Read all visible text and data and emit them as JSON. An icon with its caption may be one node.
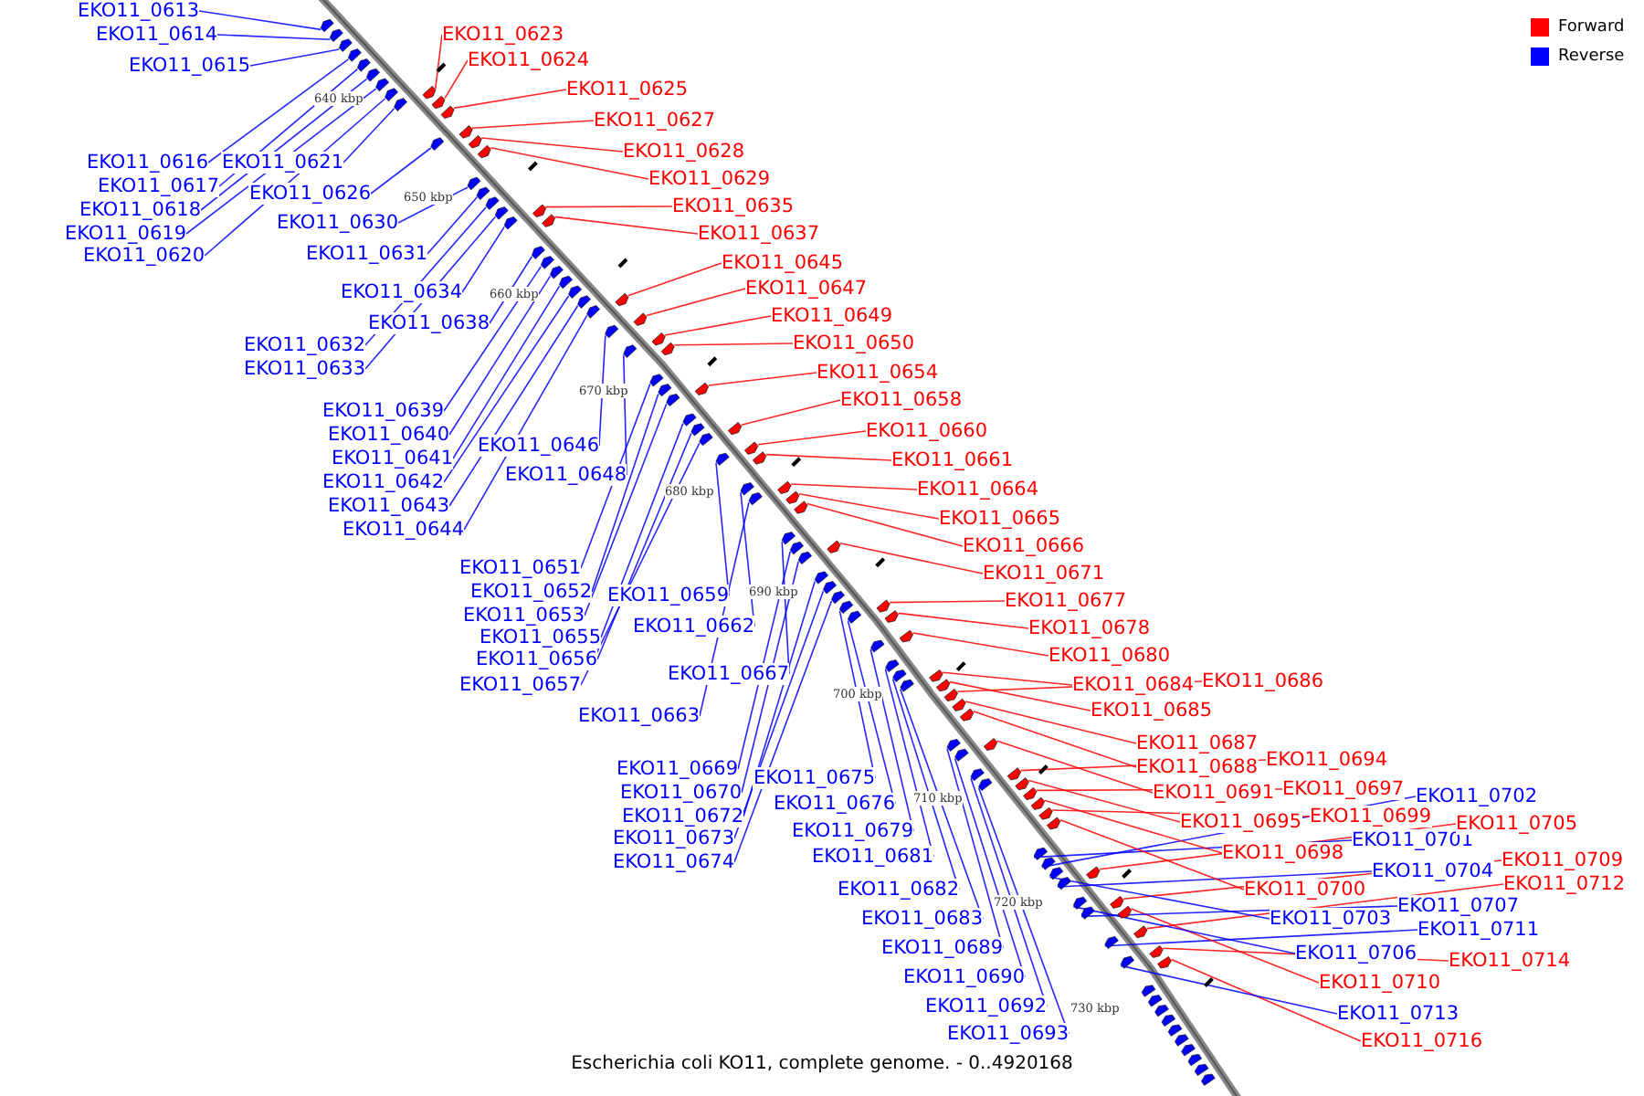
{
  "diagram": {
    "caption": "Escherichia coli KO11, complete genome. - 0..4920168",
    "nodes": [
      {
        "text": [
          "EKO11_0613"
        ]
      },
      {
        "text": [
          "EKO11_0614"
        ]
      },
      {
        "text": [
          "EKO11_0615"
        ]
      },
      {
        "text": [
          "EKO11_0616"
        ]
      },
      {
        "text": [
          "EKO11_0617"
        ]
      },
      {
        "text": [
          "EKO11_0618"
        ]
      },
      {
        "text": [
          "EKO11_0619"
        ]
      },
      {
        "text": [
          "EKO11_0620"
        ]
      },
      {
        "text": [
          "EKO11_0621"
        ]
      },
      {
        "text": [
          "EKO11_0623"
        ]
      },
      {
        "text": [
          "EKO11_0624"
        ]
      },
      {
        "text": [
          "EKO11_0625"
        ]
      },
      {
        "text": [
          "EKO11_0626"
        ]
      },
      {
        "text": [
          "EKO11_0627"
        ]
      },
      {
        "text": [
          "EKO11_0628"
        ]
      },
      {
        "text": [
          "EKO11_0629"
        ]
      },
      {
        "text": [
          "EKO11_0630"
        ]
      },
      {
        "text": [
          "EKO11_0631"
        ]
      },
      {
        "text": [
          "EKO11_0632"
        ]
      },
      {
        "text": [
          "EKO11_0633"
        ]
      },
      {
        "text": [
          "EKO11_0634"
        ]
      },
      {
        "text": [
          "EKO11_0635"
        ]
      },
      {
        "text": [
          "EKO11_0637"
        ]
      },
      {
        "text": [
          "EKO11_0638"
        ]
      },
      {
        "text": [
          "EKO11_0639"
        ]
      },
      {
        "text": [
          "EKO11_0640"
        ]
      },
      {
        "text": [
          "EKO11_0641"
        ]
      },
      {
        "text": [
          "EKO11_0642"
        ]
      },
      {
        "text": [
          "EKO11_0643"
        ]
      },
      {
        "text": [
          "EKO11_0644"
        ]
      },
      {
        "text": [
          "EKO11_0645"
        ]
      },
      {
        "text": [
          "EKO11_0646"
        ]
      },
      {
        "text": [
          "EKO11_0647"
        ]
      },
      {
        "text": [
          "EKO11_0648"
        ]
      },
      {
        "text": [
          "EKO11_0649"
        ]
      },
      {
        "text": [
          "EKO11_0650"
        ]
      },
      {
        "text": [
          "EKO11_0651"
        ]
      },
      {
        "text": [
          "EKO11_0652"
        ]
      },
      {
        "text": [
          "EKO11_0653"
        ]
      },
      {
        "text": [
          "EKO11_0654"
        ]
      },
      {
        "text": [
          "EKO11_0655"
        ]
      },
      {
        "text": [
          "EKO11_0656"
        ]
      },
      {
        "text": [
          "EKO11_0657"
        ]
      },
      {
        "text": [
          "EKO11_0658"
        ]
      },
      {
        "text": [
          "EKO11_0659"
        ]
      },
      {
        "text": [
          "EKO11_0660"
        ]
      },
      {
        "text": [
          "EKO11_0661"
        ]
      },
      {
        "text": [
          "EKO11_0662"
        ]
      },
      {
        "text": [
          "EKO11_0663"
        ]
      },
      {
        "text": [
          "EKO11_0664"
        ]
      },
      {
        "text": [
          "EKO11_0665"
        ]
      },
      {
        "text": [
          "EKO11_0666"
        ]
      },
      {
        "text": [
          "EKO11_0667"
        ]
      },
      {
        "text": [
          "EKO11_0669"
        ]
      },
      {
        "text": [
          "EKO11_0670"
        ]
      },
      {
        "text": [
          "EKO11_0671"
        ]
      },
      {
        "text": [
          "EKO11_0672"
        ]
      },
      {
        "text": [
          "EKO11_0673"
        ]
      },
      {
        "text": [
          "EKO11_0674"
        ]
      },
      {
        "text": [
          "EKO11_0675"
        ]
      },
      {
        "text": [
          "EKO11_0676"
        ]
      },
      {
        "text": [
          "EKO11_0677"
        ]
      },
      {
        "text": [
          "EKO11_0678"
        ]
      },
      {
        "text": [
          "EKO11_0679"
        ]
      },
      {
        "text": [
          "EKO11_0680"
        ]
      },
      {
        "text": [
          "EKO11_0681"
        ]
      },
      {
        "text": [
          "EKO11_0682"
        ]
      },
      {
        "text": [
          "EKO11_0683"
        ]
      },
      {
        "text": [
          "EKO11_0684"
        ]
      },
      {
        "text": [
          "EKO11_0685"
        ]
      },
      {
        "text": [
          "EKO11_0686"
        ]
      },
      {
        "text": [
          "EKO11_0687"
        ]
      },
      {
        "text": [
          "EKO11_0688"
        ]
      },
      {
        "text": [
          "EKO11_0689"
        ]
      },
      {
        "text": [
          "EKO11_0690"
        ]
      },
      {
        "text": [
          "EKO11_0691"
        ]
      },
      {
        "text": [
          "EKO11_0692"
        ]
      },
      {
        "text": [
          "EKO11_0693"
        ]
      },
      {
        "text": [
          "EKO11_0694"
        ]
      },
      {
        "text": [
          "EKO11_0695"
        ]
      },
      {
        "text": [
          "EKO11_0697"
        ]
      },
      {
        "text": [
          "EKO11_0698"
        ]
      },
      {
        "text": [
          "EKO11_0699"
        ]
      },
      {
        "text": [
          "EKO11_0700"
        ]
      },
      {
        "text": [
          "EKO11_0701"
        ]
      },
      {
        "text": [
          "EKO11_0702"
        ]
      },
      {
        "text": [
          "EKO11_0703"
        ]
      },
      {
        "text": [
          "EKO11_0704"
        ]
      },
      {
        "text": [
          "EKO11_0705"
        ]
      },
      {
        "text": [
          "EKO11_0706"
        ]
      },
      {
        "text": [
          "EKO11_0707"
        ]
      },
      {
        "text": [
          "EKO11_0709"
        ]
      },
      {
        "text": [
          "EKO11_0710"
        ]
      },
      {
        "text": [
          "EKO11_0711"
        ]
      },
      {
        "text": [
          "EKO11_0712"
        ]
      },
      {
        "text": [
          "EKO11_0713"
        ]
      },
      {
        "text": [
          "EKO11_0714"
        ]
      },
      {
        "text": [
          "EKO11_0716"
        ]
      },
      {
        "text": [],
        "shape": "arrow"
      },
      {
        "text": [],
        "shape": "arrow"
      },
      {
        "text": [],
        "shape": "arrow"
      },
      {
        "text": [],
        "shape": "arrow"
      },
      {
        "text": [],
        "shape": "arrow"
      },
      {
        "text": [],
        "shape": "arrow"
      },
      {
        "text": [],
        "shape": "arrow"
      },
      {
        "text": [],
        "shape": "arrow"
      },
      {
        "text": [],
        "shape": "arrow"
      },
      {
        "text": [],
        "shape": "arrow"
      },
      {
        "text": [],
        "shape": "arrow"
      },
      {
        "text": [],
        "shape": "arrow"
      },
      {
        "text": [],
        "shape": "arrow"
      },
      {
        "text": [],
        "shape": "arrow"
      },
      {
        "text": [],
        "shape": "arrow"
      },
      {
        "text": [],
        "shape": "arrow"
      },
      {
        "text": [],
        "shape": "arrow"
      },
      {
        "text": [],
        "shape": "arrow"
      },
      {
        "text": [],
        "shape": "arrow"
      },
      {
        "text": [],
        "shape": "arrow"
      },
      {
        "text": [],
        "shape": "arrow"
      },
      {
        "text": [],
        "shape": "arrow"
      },
      {
        "text": [],
        "shape": "arrow"
      },
      {
        "text": [],
        "shape": "arrow"
      },
      {
        "text": [],
        "shape": "arrow"
      },
      {
        "text": [],
        "shape": "arrow"
      },
      {
        "text": [],
        "shape": "arrow"
      },
      {
        "text": [],
        "shape": "arrow"
      },
      {
        "text": [],
        "shape": "arrow"
      },
      {
        "text": [],
        "shape": "arrow"
      },
      {
        "text": [],
        "shape": "arrow"
      },
      {
        "text": [],
        "shape": "arrow"
      },
      {
        "text": [],
        "shape": "arrow"
      },
      {
        "text": [],
        "shape": "arrow"
      },
      {
        "text": [],
        "shape": "arrow"
      },
      {
        "text": [],
        "shape": "arrow"
      },
      {
        "text": [],
        "shape": "arrow"
      },
      {
        "text": [],
        "shape": "arrow"
      },
      {
        "text": [],
        "shape": "arrow"
      },
      {
        "text": [],
        "shape": "arrow"
      },
      {
        "text": [],
        "shape": "arrow"
      },
      {
        "text": [],
        "shape": "arrow"
      },
      {
        "text": [],
        "shape": "arrow"
      },
      {
        "text": [],
        "shape": "arrow"
      },
      {
        "text": [],
        "shape": "arrow"
      },
      {
        "text": [],
        "shape": "arrow"
      },
      {
        "text": [],
        "shape": "arrow"
      },
      {
        "text": [],
        "shape": "arrow"
      },
      {
        "text": [],
        "shape": "arrow"
      },
      {
        "text": [],
        "shape": "arrow"
      },
      {
        "text": [],
        "shape": "arrow"
      },
      {
        "text": [],
        "shape": "arrow"
      },
      {
        "text": [],
        "shape": "arrow"
      },
      {
        "text": [],
        "shape": "arrow"
      },
      {
        "text": [],
        "shape": "arrow"
      },
      {
        "text": [],
        "shape": "arrow"
      },
      {
        "text": [],
        "shape": "arrow"
      },
      {
        "text": [],
        "shape": "arrow"
      },
      {
        "text": [],
        "shape": "arrow"
      },
      {
        "text": [],
        "shape": "arrow"
      },
      {
        "text": [],
        "shape": "arrow"
      },
      {
        "text": [],
        "shape": "arrow"
      },
      {
        "text": [],
        "shape": "arrow"
      },
      {
        "text": [],
        "shape": "arrow"
      },
      {
        "text": [],
        "shape": "arrow"
      },
      {
        "text": [],
        "shape": "arrow"
      },
      {
        "text": [],
        "shape": "arrow"
      },
      {
        "text": [],
        "shape": "arrow"
      },
      {
        "text": [],
        "shape": "arrow"
      },
      {
        "text": [],
        "shape": "arrow"
      },
      {
        "text": [],
        "shape": "arrow"
      },
      {
        "text": [],
        "shape": "arrow"
      },
      {
        "text": [],
        "shape": "arrow"
      },
      {
        "text": [],
        "shape": "arrow"
      },
      {
        "text": [],
        "shape": "arrow"
      },
      {
        "text": [],
        "shape": "arrow"
      },
      {
        "text": [],
        "shape": "arrow"
      },
      {
        "text": [],
        "shape": "arrow"
      },
      {
        "text": [],
        "shape": "arrow"
      },
      {
        "text": [],
        "shape": "arrow"
      },
      {
        "text": [],
        "shape": "arrow"
      },
      {
        "text": [],
        "shape": "arrow"
      },
      {
        "text": [],
        "shape": "arrow"
      },
      {
        "text": [],
        "shape": "arrow"
      },
      {
        "text": [],
        "shape": "arrow"
      },
      {
        "text": [],
        "shape": "arrow"
      },
      {
        "text": [],
        "shape": "arrow"
      },
      {
        "text": [],
        "shape": "arrow"
      },
      {
        "text": [],
        "shape": "arrow"
      },
      {
        "text": [],
        "shape": "arrow"
      },
      {
        "text": [],
        "shape": "arrow"
      },
      {
        "text": [],
        "shape": "arrow"
      },
      {
        "text": [],
        "shape": "arrow"
      },
      {
        "text": [],
        "shape": "arrow"
      },
      {
        "text": [],
        "shape": "arrow"
      },
      {
        "text": [],
        "shape": "arrow"
      },
      {
        "text": [],
        "shape": "arrow"
      },
      {
        "text": [],
        "shape": "arrow"
      },
      {
        "text": [],
        "shape": "arrow"
      },
      {
        "text": [],
        "shape": "arrow"
      },
      {
        "text": [],
        "shape": "arrow"
      },
      {
        "text": [],
        "shape": "arrow"
      },
      {
        "text": [],
        "shape": "arrow"
      },
      {
        "text": [],
        "shape": "arrow"
      },
      {
        "text": [],
        "shape": "arrow"
      },
      {
        "text": [],
        "shape": "arrow"
      },
      {
        "text": [],
        "shape": "arrow"
      },
      {
        "text": [],
        "shape": "arrow"
      }
    ],
    "edges": [
      {
        "from": 0,
        "to": 98,
        "arrow": "none"
      },
      {
        "from": 1,
        "to": 99,
        "arrow": "none"
      },
      {
        "from": 2,
        "to": 100,
        "arrow": "none"
      },
      {
        "from": 3,
        "to": 101,
        "arrow": "none"
      },
      {
        "from": 4,
        "to": 102,
        "arrow": "none"
      },
      {
        "from": 5,
        "to": 103,
        "arrow": "none"
      },
      {
        "from": 6,
        "to": 104,
        "arrow": "none"
      },
      {
        "from": 7,
        "to": 105,
        "arrow": "none"
      },
      {
        "from": 8,
        "to": 106,
        "arrow": "none"
      },
      {
        "from": 9,
        "to": 107,
        "arrow": "none",
        "color": "#ff0000"
      },
      {
        "from": 10,
        "to": 108,
        "arrow": "none",
        "color": "#ff0000"
      },
      {
        "from": 11,
        "to": 109,
        "arrow": "none",
        "color": "#ff0000"
      },
      {
        "from": 12,
        "to": 110,
        "arrow": "none"
      },
      {
        "from": 13,
        "to": 111,
        "arrow": "none",
        "color": "#ff0000"
      },
      {
        "from": 14,
        "to": 112,
        "arrow": "none",
        "color": "#ff0000"
      },
      {
        "from": 15,
        "to": 113,
        "arrow": "none",
        "color": "#ff0000"
      },
      {
        "from": 16,
        "to": 114,
        "arrow": "none"
      },
      {
        "from": 17,
        "to": 115,
        "arrow": "none"
      },
      {
        "from": 18,
        "to": 116,
        "arrow": "none"
      },
      {
        "from": 19,
        "to": 117,
        "arrow": "none"
      },
      {
        "from": 20,
        "to": 118,
        "arrow": "none"
      },
      {
        "from": 21,
        "to": 119,
        "arrow": "none",
        "color": "#ff0000"
      },
      {
        "from": 22,
        "to": 120,
        "arrow": "none",
        "color": "#ff0000"
      },
      {
        "from": 23,
        "to": 121,
        "arrow": "none"
      },
      {
        "from": 24,
        "to": 122,
        "arrow": "none"
      },
      {
        "from": 25,
        "to": 123,
        "arrow": "none"
      },
      {
        "from": 26,
        "to": 124,
        "arrow": "none"
      },
      {
        "from": 27,
        "to": 125,
        "arrow": "none"
      },
      {
        "from": 28,
        "to": 126,
        "arrow": "none"
      },
      {
        "from": 29,
        "to": 127,
        "arrow": "none"
      },
      {
        "from": 30,
        "to": 128,
        "arrow": "none",
        "color": "#ff0000"
      },
      {
        "from": 31,
        "to": 129,
        "arrow": "none"
      },
      {
        "from": 32,
        "to": 130,
        "arrow": "none",
        "color": "#ff0000"
      },
      {
        "from": 33,
        "to": 131,
        "arrow": "none"
      },
      {
        "from": 34,
        "to": 132,
        "arrow": "none",
        "color": "#ff0000"
      },
      {
        "from": 35,
        "to": 133,
        "arrow": "none",
        "color": "#ff0000"
      },
      {
        "from": 36,
        "to": 134,
        "arrow": "none"
      },
      {
        "from": 37,
        "to": 135,
        "arrow": "none"
      },
      {
        "from": 38,
        "to": 136,
        "arrow": "none"
      },
      {
        "from": 39,
        "to": 137,
        "arrow": "none",
        "color": "#ff0000"
      },
      {
        "from": 40,
        "to": 138,
        "arrow": "none"
      },
      {
        "from": 41,
        "to": 139,
        "arrow": "none"
      },
      {
        "from": 42,
        "to": 140,
        "arrow": "none"
      },
      {
        "from": 43,
        "to": 141,
        "arrow": "none",
        "color": "#ff0000"
      },
      {
        "from": 44,
        "to": 142,
        "arrow": "none"
      },
      {
        "from": 45,
        "to": 143,
        "arrow": "none",
        "color": "#ff0000"
      },
      {
        "from": 46,
        "to": 144,
        "arrow": "none",
        "color": "#ff0000"
      },
      {
        "from": 47,
        "to": 145,
        "arrow": "none"
      },
      {
        "from": 48,
        "to": 146,
        "arrow": "none"
      },
      {
        "from": 49,
        "to": 147,
        "arrow": "none",
        "color": "#ff0000"
      },
      {
        "from": 50,
        "to": 148,
        "arrow": "none",
        "color": "#ff0000"
      },
      {
        "from": 51,
        "to": 149,
        "arrow": "none",
        "color": "#ff0000"
      },
      {
        "from": 52,
        "to": 150,
        "arrow": "none"
      },
      {
        "from": 53,
        "to": 151,
        "arrow": "none"
      },
      {
        "from": 54,
        "to": 152,
        "arrow": "none"
      },
      {
        "from": 55,
        "to": 153,
        "arrow": "none",
        "color": "#ff0000"
      },
      {
        "from": 56,
        "to": 154,
        "arrow": "none"
      },
      {
        "from": 57,
        "to": 155,
        "arrow": "none"
      },
      {
        "from": 58,
        "to": 156,
        "arrow": "none"
      },
      {
        "from": 59,
        "to": 157,
        "arrow": "none"
      },
      {
        "from": 60,
        "to": 158,
        "arrow": "none"
      },
      {
        "from": 61,
        "to": 159,
        "arrow": "none",
        "color": "#ff0000"
      },
      {
        "from": 62,
        "to": 160,
        "arrow": "none",
        "color": "#ff0000"
      },
      {
        "from": 63,
        "to": 161,
        "arrow": "none"
      },
      {
        "from": 64,
        "to": 162,
        "arrow": "none",
        "color": "#ff0000"
      },
      {
        "from": 65,
        "to": 163,
        "arrow": "none"
      },
      {
        "from": 66,
        "to": 164,
        "arrow": "none"
      },
      {
        "from": 67,
        "to": 165,
        "arrow": "none"
      },
      {
        "from": 68,
        "to": 166,
        "arrow": "none",
        "color": "#ff0000"
      },
      {
        "from": 69,
        "to": 167,
        "arrow": "none",
        "color": "#ff0000"
      },
      {
        "from": 70,
        "to": 168,
        "arrow": "none",
        "color": "#ff0000"
      },
      {
        "from": 71,
        "to": 169,
        "arrow": "none",
        "color": "#ff0000"
      },
      {
        "from": 72,
        "to": 170,
        "arrow": "none",
        "color": "#ff0000"
      },
      {
        "from": 73,
        "to": 171,
        "arrow": "none"
      },
      {
        "from": 74,
        "to": 172,
        "arrow": "none"
      },
      {
        "from": 75,
        "to": 173,
        "arrow": "none",
        "color": "#ff0000"
      },
      {
        "from": 76,
        "to": 174,
        "arrow": "none"
      },
      {
        "from": 77,
        "to": 175,
        "arrow": "none"
      },
      {
        "from": 78,
        "to": 176,
        "arrow": "none",
        "color": "#ff0000"
      },
      {
        "from": 79,
        "to": 177,
        "arrow": "none",
        "color": "#ff0000"
      },
      {
        "from": 80,
        "to": 178,
        "arrow": "none",
        "color": "#ff0000"
      },
      {
        "from": 81,
        "to": 179,
        "arrow": "none",
        "color": "#ff0000"
      },
      {
        "from": 82,
        "to": 180,
        "arrow": "none",
        "color": "#ff0000"
      },
      {
        "from": 83,
        "to": 181,
        "arrow": "none",
        "color": "#ff0000"
      },
      {
        "from": 84,
        "to": 182,
        "arrow": "none"
      },
      {
        "from": 85,
        "to": 183,
        "arrow": "none"
      },
      {
        "from": 86,
        "to": 184,
        "arrow": "none"
      },
      {
        "from": 87,
        "to": 185,
        "arrow": "none"
      },
      {
        "from": 88,
        "to": 186,
        "arrow": "none",
        "color": "#ff0000"
      },
      {
        "from": 89,
        "to": 187,
        "arrow": "none"
      },
      {
        "from": 90,
        "to": 188,
        "arrow": "none"
      },
      {
        "from": 91,
        "to": 189,
        "arrow": "none",
        "color": "#ff0000"
      },
      {
        "from": 92,
        "to": 190,
        "arrow": "none",
        "color": "#ff0000"
      },
      {
        "from": 93,
        "to": 191,
        "arrow": "none"
      },
      {
        "from": 94,
        "to": 192,
        "arrow": "none",
        "color": "#ff0000"
      },
      {
        "from": 95,
        "to": 193,
        "arrow": "none"
      },
      {
        "from": 96,
        "to": 194,
        "arrow": "none",
        "color": "#ff0000"
      },
      {
        "from": 97,
        "to": 195,
        "arrow": "none",
        "color": "#ff0000"
      }
    ],
    "labels": [
      "640 kbp",
      "650 kbp",
      "660 kbp",
      "670 kbp",
      "680 kbp",
      "690 kbp",
      "700 kbp",
      "710 kbp",
      "720 kbp",
      "730 kbp"
    ],
    "legend": [
      {
        "text": "Forward",
        "color": "#ff0000"
      },
      {
        "text": "Reverse",
        "color": "#0000ff"
      }
    ]
  }
}
